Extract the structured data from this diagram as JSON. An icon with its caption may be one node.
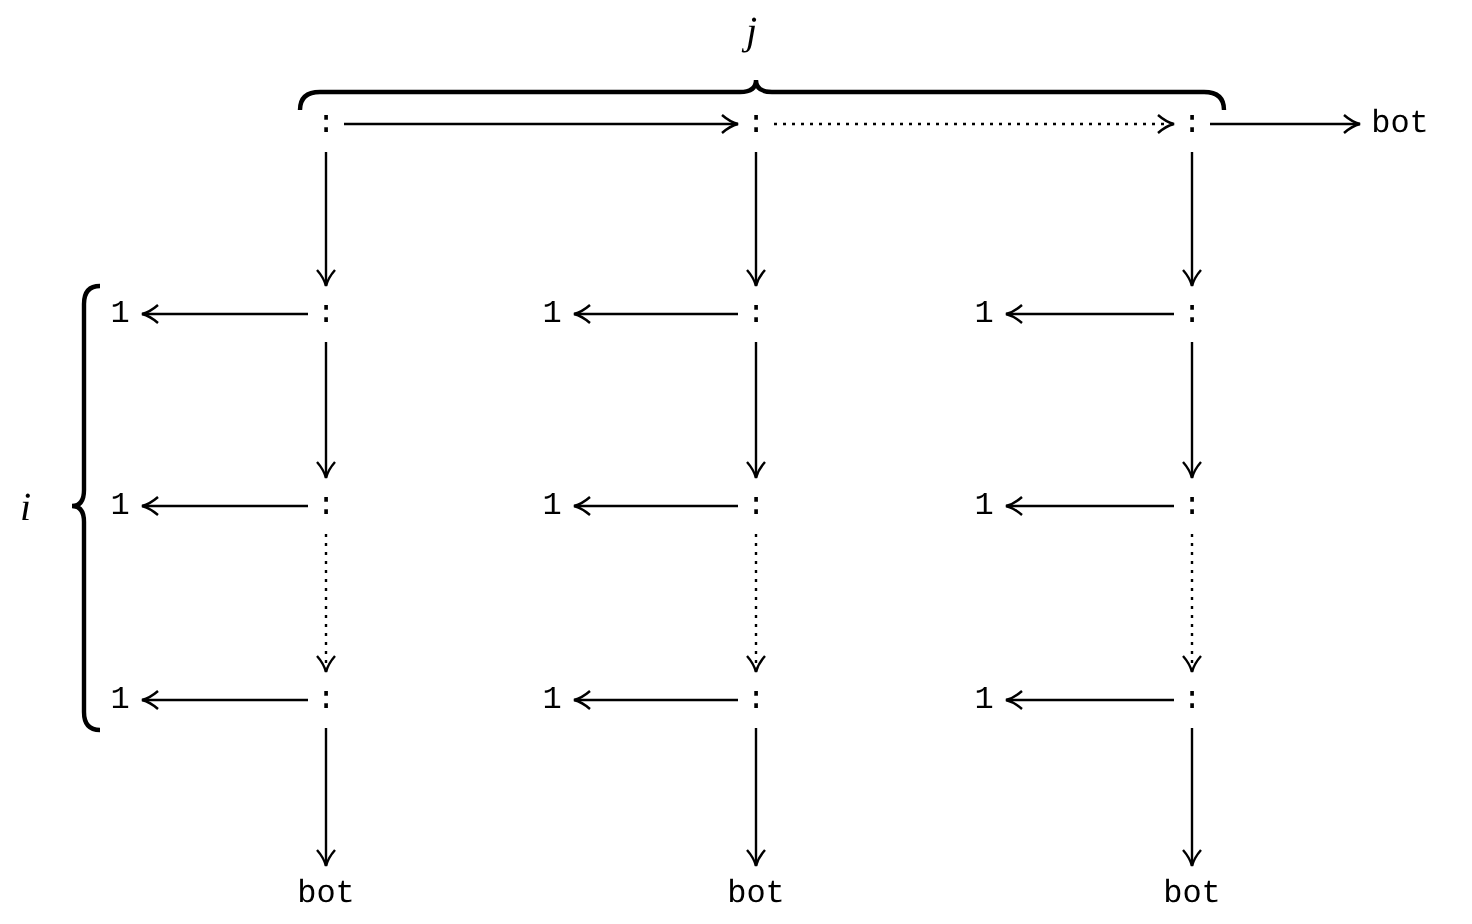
{
  "diagram": {
    "nodes": [
      {
        "text": [
          ":"
        ]
      },
      {
        "text": [
          ":"
        ]
      },
      {
        "text": [
          ":"
        ]
      },
      {
        "text": [
          "bot"
        ]
      },
      {
        "text": [
          "1"
        ]
      },
      {
        "text": [
          ":"
        ]
      },
      {
        "text": [
          "1"
        ]
      },
      {
        "text": [
          ":"
        ]
      },
      {
        "text": [
          "1"
        ]
      },
      {
        "text": [
          ":"
        ]
      },
      {
        "text": [
          "1"
        ]
      },
      {
        "text": [
          ":"
        ]
      },
      {
        "text": [
          "1"
        ]
      },
      {
        "text": [
          ":"
        ]
      },
      {
        "text": [
          "1"
        ]
      },
      {
        "text": [
          ":"
        ]
      },
      {
        "text": [
          "1"
        ]
      },
      {
        "text": [
          ":"
        ]
      },
      {
        "text": [
          "1"
        ]
      },
      {
        "text": [
          ":"
        ]
      },
      {
        "text": [
          "1"
        ]
      },
      {
        "text": [
          ":"
        ]
      },
      {
        "text": [
          "bot"
        ]
      },
      {
        "text": [
          "bot"
        ]
      },
      {
        "text": [
          "bot"
        ]
      }
    ],
    "edges": [
      {
        "from": 0,
        "to": 1,
        "arrow": "to"
      },
      {
        "from": 1,
        "to": 2,
        "arrow": "to",
        "style": "dashed"
      },
      {
        "from": 2,
        "to": 3,
        "arrow": "to"
      },
      {
        "from": 0,
        "to": 5,
        "arrow": "to"
      },
      {
        "from": 1,
        "to": 7,
        "arrow": "to"
      },
      {
        "from": 2,
        "to": 9,
        "arrow": "to"
      },
      {
        "from": 5,
        "to": 4,
        "arrow": "to"
      },
      {
        "from": 7,
        "to": 6,
        "arrow": "to"
      },
      {
        "from": 9,
        "to": 8,
        "arrow": "to"
      },
      {
        "from": 5,
        "to": 11,
        "arrow": "to"
      },
      {
        "from": 7,
        "to": 13,
        "arrow": "to"
      },
      {
        "from": 9,
        "to": 15,
        "arrow": "to"
      },
      {
        "from": 11,
        "to": 10,
        "arrow": "to"
      },
      {
        "from": 13,
        "to": 12,
        "arrow": "to"
      },
      {
        "from": 15,
        "to": 14,
        "arrow": "to"
      },
      {
        "from": 11,
        "to": 17,
        "arrow": "to",
        "style": "dashed"
      },
      {
        "from": 13,
        "to": 19,
        "arrow": "to",
        "style": "dashed"
      },
      {
        "from": 15,
        "to": 21,
        "arrow": "to",
        "style": "dashed"
      },
      {
        "from": 17,
        "to": 16,
        "arrow": "to"
      },
      {
        "from": 19,
        "to": 18,
        "arrow": "to"
      },
      {
        "from": 21,
        "to": 20,
        "arrow": "to"
      },
      {
        "from": 17,
        "to": 22,
        "arrow": "to"
      },
      {
        "from": 19,
        "to": 23,
        "arrow": "to"
      },
      {
        "from": 21,
        "to": 24,
        "arrow": "to"
      }
    ],
    "labels": [
      "j",
      "i"
    ]
  }
}
